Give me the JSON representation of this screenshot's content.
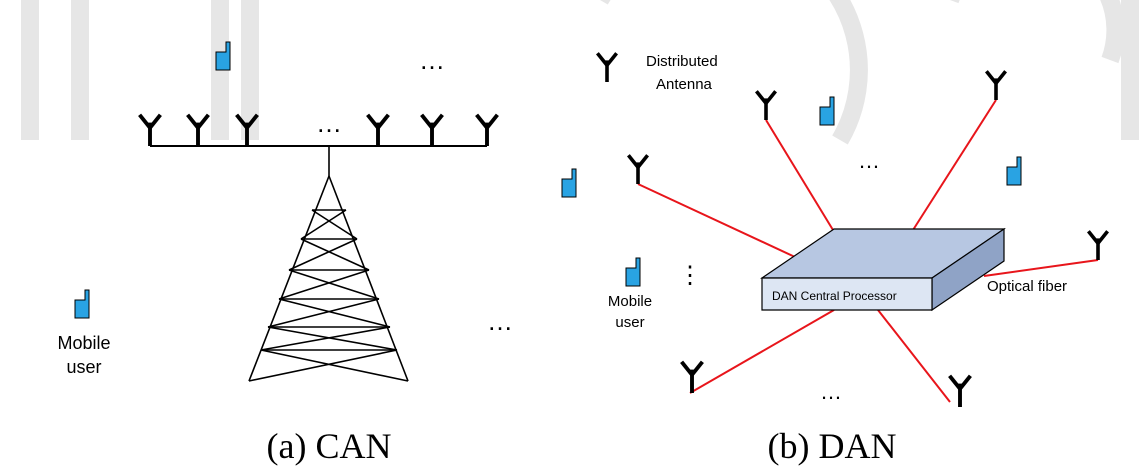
{
  "colors": {
    "phone": "#29a3e3",
    "fiber": "#e8151b",
    "processor_top": "#b7c7e2",
    "processor_front": "#dde6f3",
    "processor_side": "#8fa3c6",
    "watermark": "#e6e6e6"
  },
  "can": {
    "caption": "(a) CAN",
    "mobile_label_line1": "Mobile",
    "mobile_label_line2": "user",
    "ellipsis_top": "…",
    "ellipsis_array": "…",
    "ellipsis_right": "…"
  },
  "dan": {
    "caption": "(b) DAN",
    "legend_line1": "Distributed",
    "legend_line2": "Antenna",
    "processor_label": "DAN Central Processor",
    "fiber_label": "Optical fiber",
    "mobile_label_line1": "Mobile",
    "mobile_label_line2": "user",
    "ellipsis_center": "…",
    "ellipsis_left": "⋮",
    "ellipsis_bottom": "…"
  }
}
